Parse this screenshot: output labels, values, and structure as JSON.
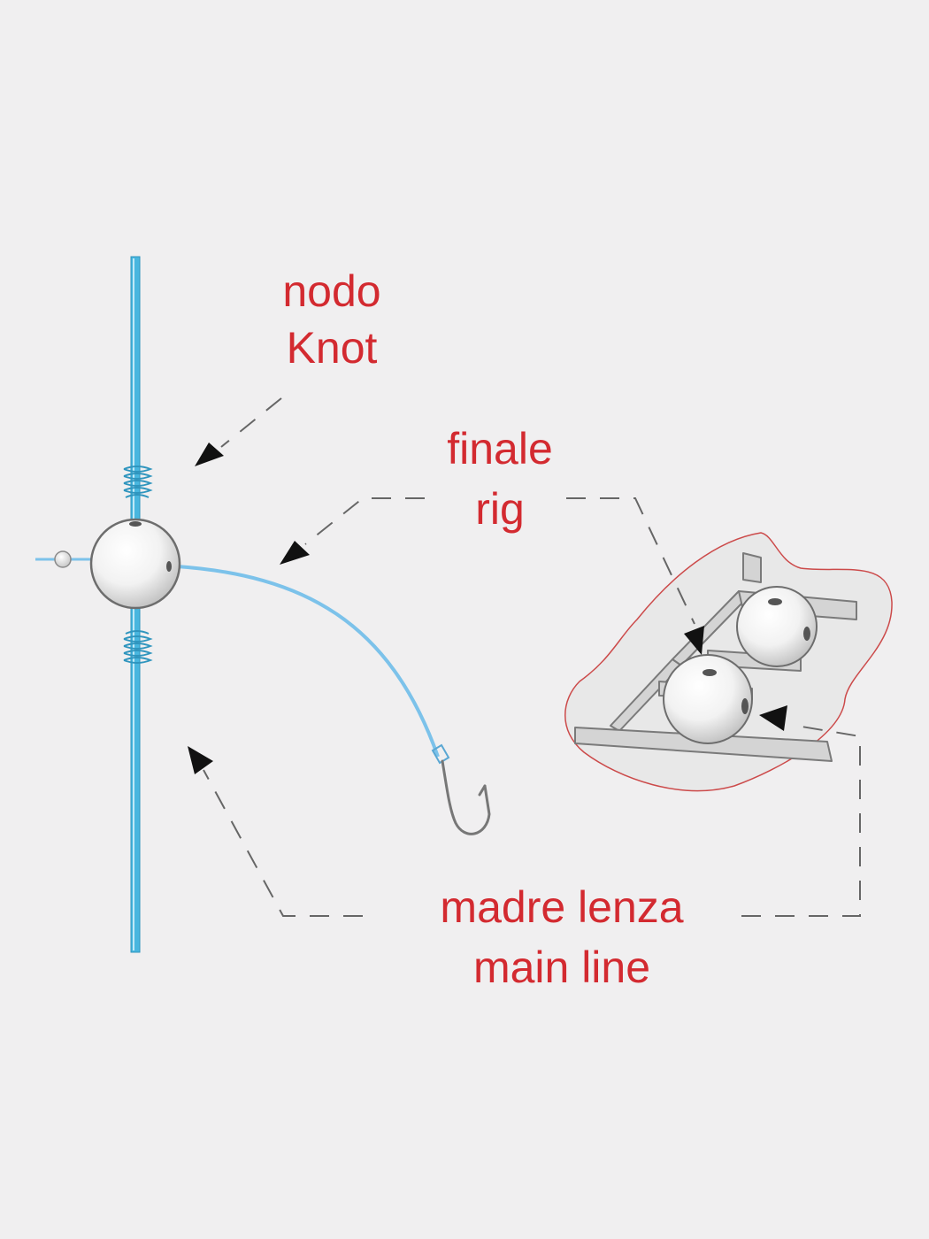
{
  "labels": {
    "knot": {
      "line1": "nodo",
      "line2": "Knot"
    },
    "rig": {
      "line1": "finale",
      "line2": "rig"
    },
    "main_line": {
      "line1": "madre lenza",
      "line2": "main line"
    }
  },
  "colors": {
    "background": "#f0eff0",
    "label_text": "#d32a30",
    "main_line": "#48b6df",
    "rig_line": "#7cc2ea",
    "bead": "#ffffff",
    "bead_shade": "#c9c9c9",
    "frame_fill": "#d4d4d4",
    "frame_outline": "#7a7a7a",
    "cutout_outline": "#cc4a4a",
    "arrow": "#111111",
    "dash": "#666666"
  },
  "icons": {
    "bead": "round-bead-icon",
    "hook": "fishing-hook-icon",
    "bead_tree": "bead-sprue-icon"
  }
}
